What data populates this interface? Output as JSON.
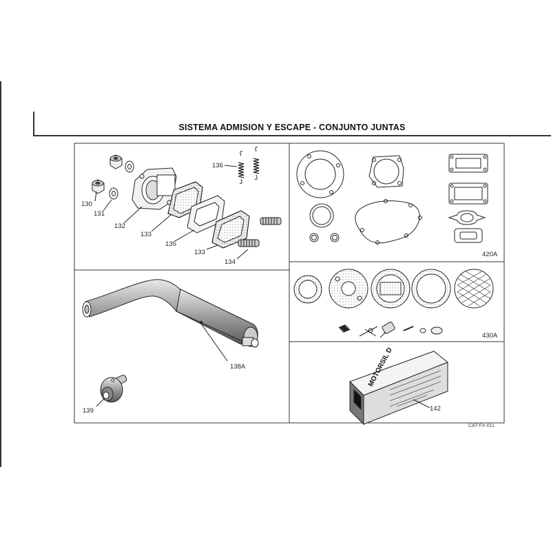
{
  "title": "SISTEMA ADMISION Y ESCAPE - CONJUNTO JUNTAS",
  "catalog_code": "CAT-FX-011",
  "product_label": "MOTORSIL D",
  "callouts": {
    "c130": "130",
    "c131": "131",
    "c132": "132",
    "c133a": "133",
    "c133b": "133",
    "c134": "134",
    "c135": "135",
    "c136": "136",
    "c138a": "138A",
    "c139": "139",
    "c142": "142",
    "c420a": "420A",
    "c430a": "430A"
  }
}
